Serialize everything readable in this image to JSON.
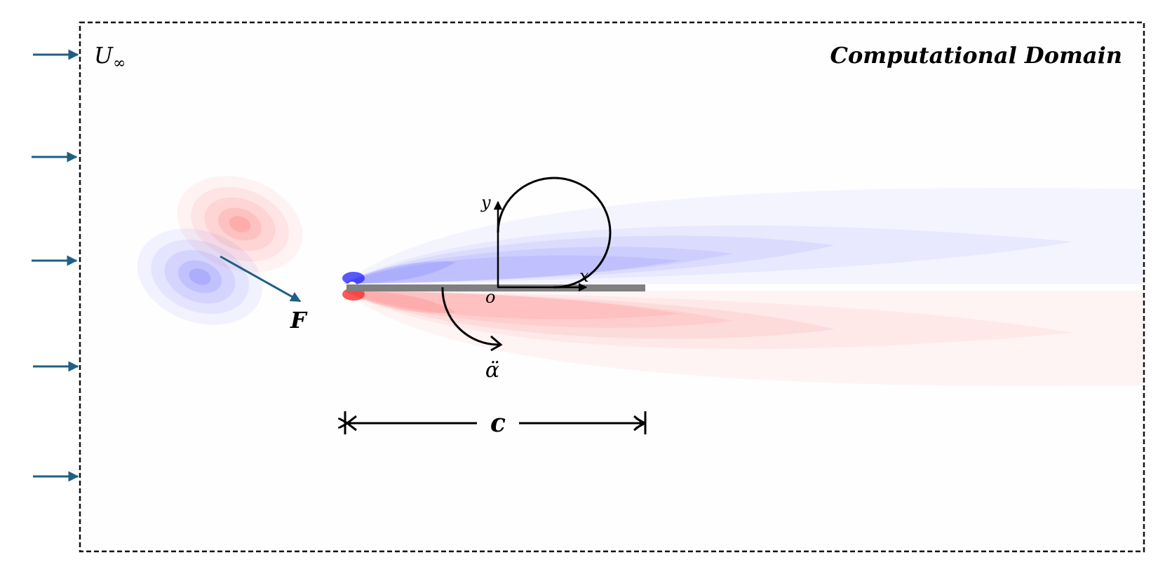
{
  "domain_title": "Computational Domain",
  "freestream_label": "U",
  "freestream_subscript": "∞",
  "force_label": "F",
  "origin_label": "o",
  "x_axis_label": "x",
  "y_axis_label": "y",
  "angular_accel_label": "α̈",
  "chord_label": "c",
  "colors": {
    "inflow_arrow": "#1f5f84",
    "plate": "#808080",
    "border": "#111111",
    "negative_vorticity": "#3a3aff",
    "positive_vorticity": "#ff3a3a",
    "annotation": "#000000"
  }
}
